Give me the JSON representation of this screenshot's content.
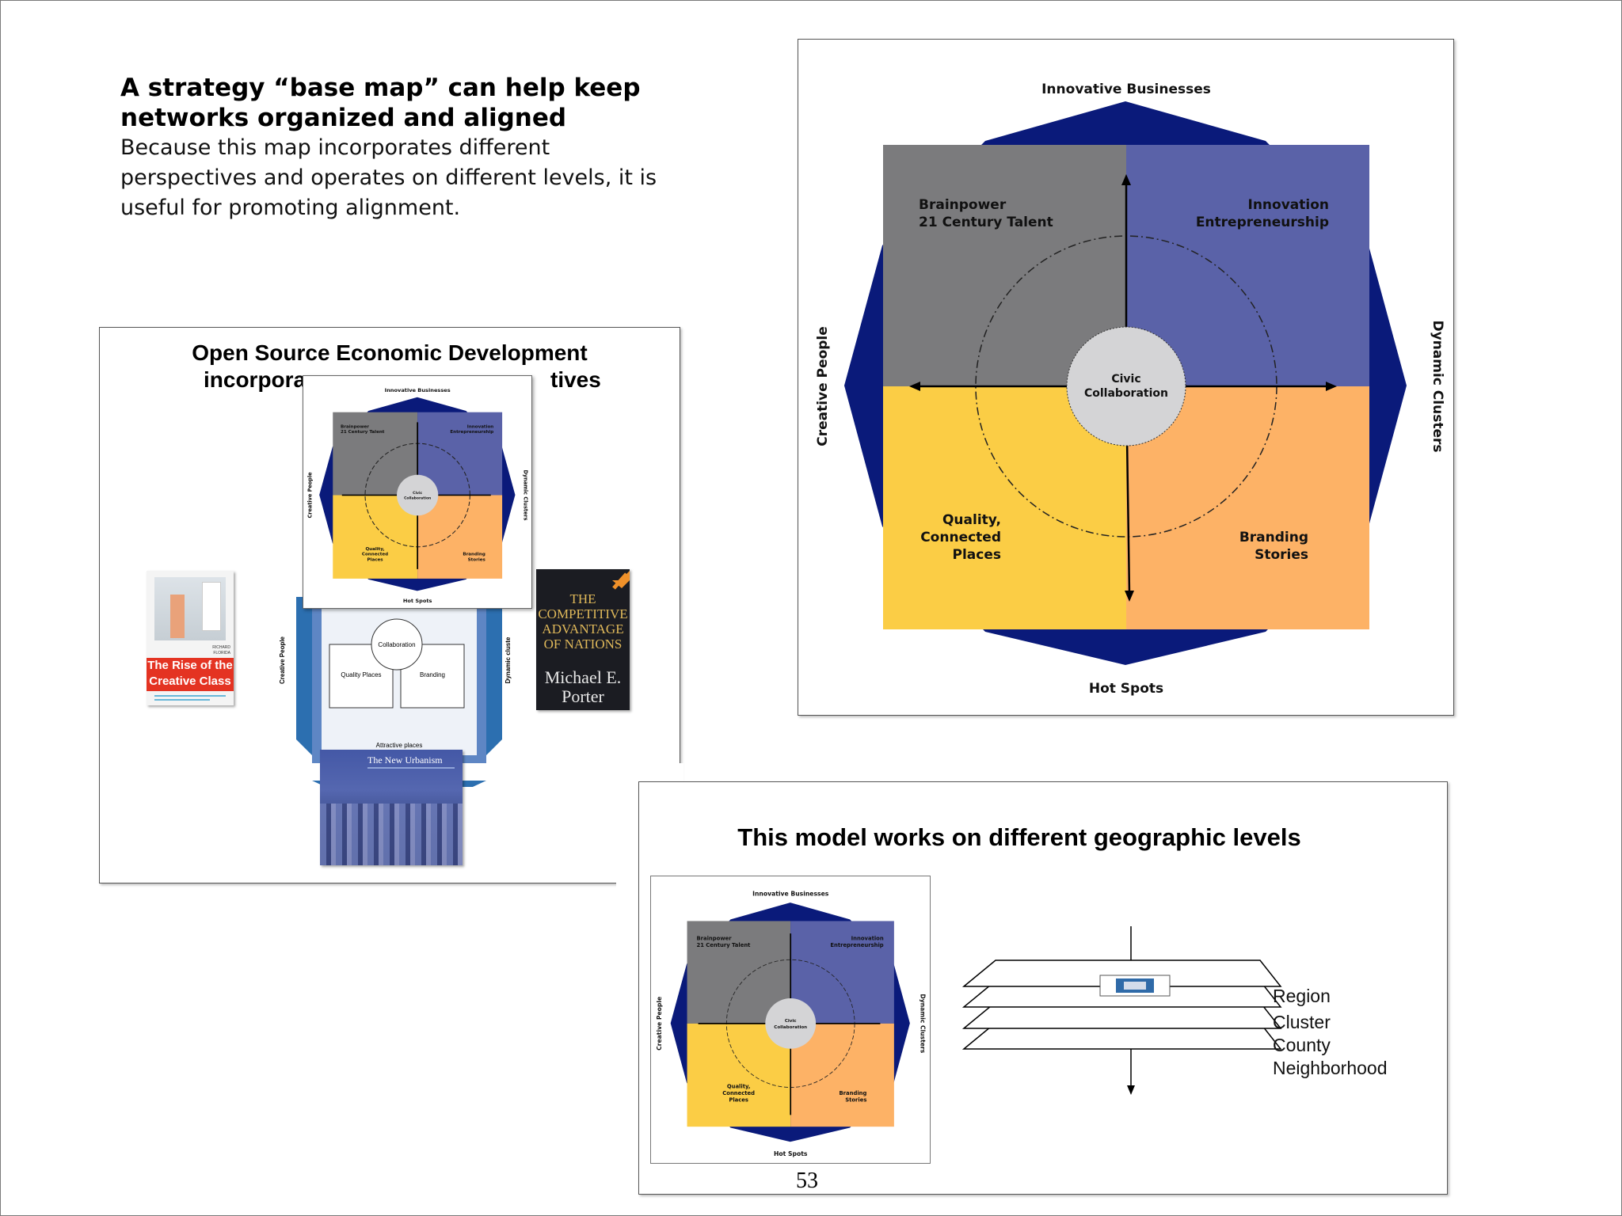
{
  "slide": {
    "heading": "A strategy “base map” can help keep networks organized and aligned",
    "body": "Because this map incorporates different perspectives and operates on different levels, it is useful for promoting alignment.",
    "page_number": "53"
  },
  "base_map": {
    "top": "Innovative Businesses",
    "bottom": "Hot Spots",
    "left": "Creative People",
    "right": "Dynamic Clusters",
    "q1_line1": "Brainpower",
    "q1_line2": "21 Century Talent",
    "q2_line1": "Innovation",
    "q2_line2": "Entrepreneurship",
    "q3_line1": "Quality,",
    "q3_line2": "Connected",
    "q3_line3": "Places",
    "q4_line1": "Branding",
    "q4_line2": "Stories",
    "center_line1": "Civic",
    "center_line2": "Collaboration",
    "colors": {
      "navy": "#0a1a7a",
      "gray": "#7b7b7d",
      "blue": "#5a62a8",
      "yellow": "#fbcd45",
      "orange": "#fdb266",
      "center": "#d4d4d6"
    }
  },
  "open_source_panel": {
    "title_line1": "Open Source Economic Development",
    "title_line2_left": "incorpora",
    "title_line2_right": "tives",
    "under_collab": "Collaboration",
    "under_quality": "Quality Places",
    "under_branding": "Branding",
    "under_left": "Creative People",
    "under_right": "Dynamic cluste",
    "under_bottom": "Attractive places",
    "book1_title_1": "The Rise of the",
    "book1_title_2": "Creative Class",
    "book1_author": "RICHARD FLORIDA",
    "book2_title_1": "THE",
    "book2_title_2": "COMPETITIVE",
    "book2_title_3": "ADVANTAGE",
    "book2_title_4": "OF NATIONS",
    "book2_author_1": "Michael E.",
    "book2_author_2": "Porter",
    "book3_title": "The New Urbanism"
  },
  "geo_panel": {
    "title": "This model works on different geographic levels",
    "levels": [
      "Region",
      "Cluster",
      "County",
      "Neighborhood"
    ]
  }
}
